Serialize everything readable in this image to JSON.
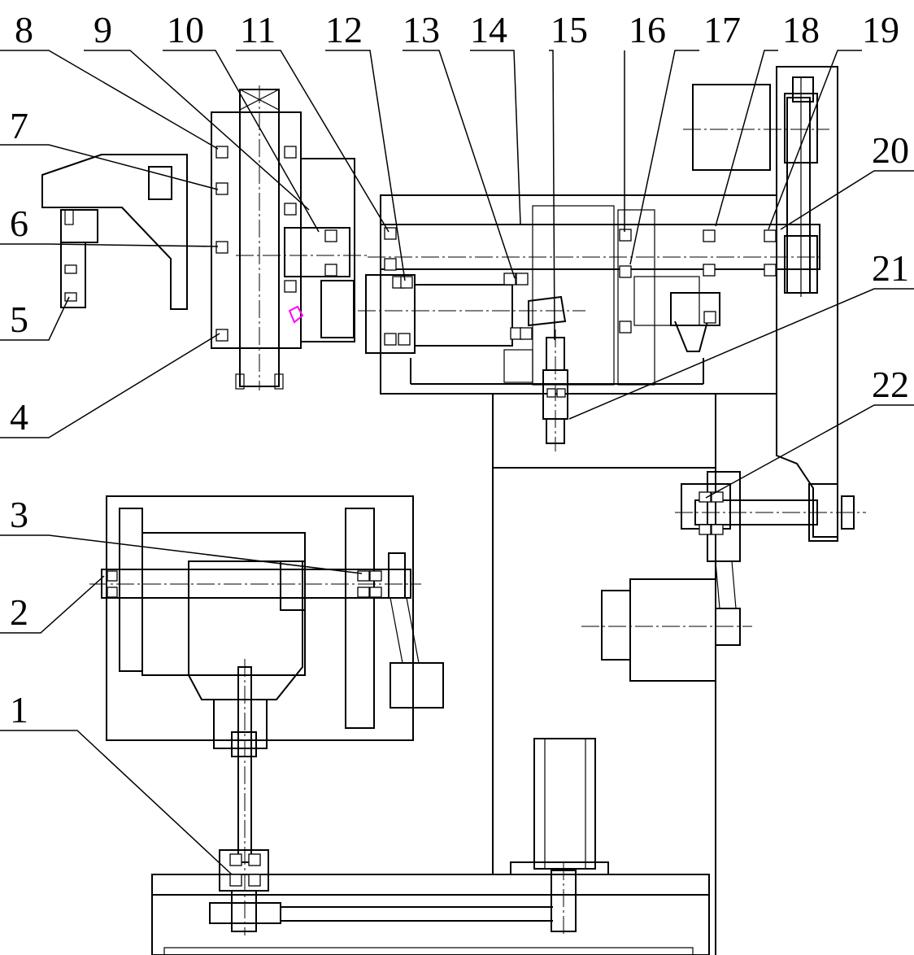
{
  "callouts": [
    {
      "id": "1",
      "label": "1"
    },
    {
      "id": "2",
      "label": "2"
    },
    {
      "id": "3",
      "label": "3"
    },
    {
      "id": "4",
      "label": "4"
    },
    {
      "id": "5",
      "label": "5"
    },
    {
      "id": "6",
      "label": "6"
    },
    {
      "id": "7",
      "label": "7"
    },
    {
      "id": "8",
      "label": "8"
    },
    {
      "id": "9",
      "label": "9"
    },
    {
      "id": "10",
      "label": "10"
    },
    {
      "id": "11",
      "label": "11"
    },
    {
      "id": "12",
      "label": "12"
    },
    {
      "id": "13",
      "label": "13"
    },
    {
      "id": "14",
      "label": "14"
    },
    {
      "id": "15",
      "label": "15"
    },
    {
      "id": "16",
      "label": "16"
    },
    {
      "id": "17",
      "label": "17"
    },
    {
      "id": "18",
      "label": "18"
    },
    {
      "id": "19",
      "label": "19"
    },
    {
      "id": "20",
      "label": "20"
    },
    {
      "id": "21",
      "label": "21"
    },
    {
      "id": "22",
      "label": "22"
    }
  ],
  "accent_color": "#ff00ff",
  "line_color": "#000000"
}
